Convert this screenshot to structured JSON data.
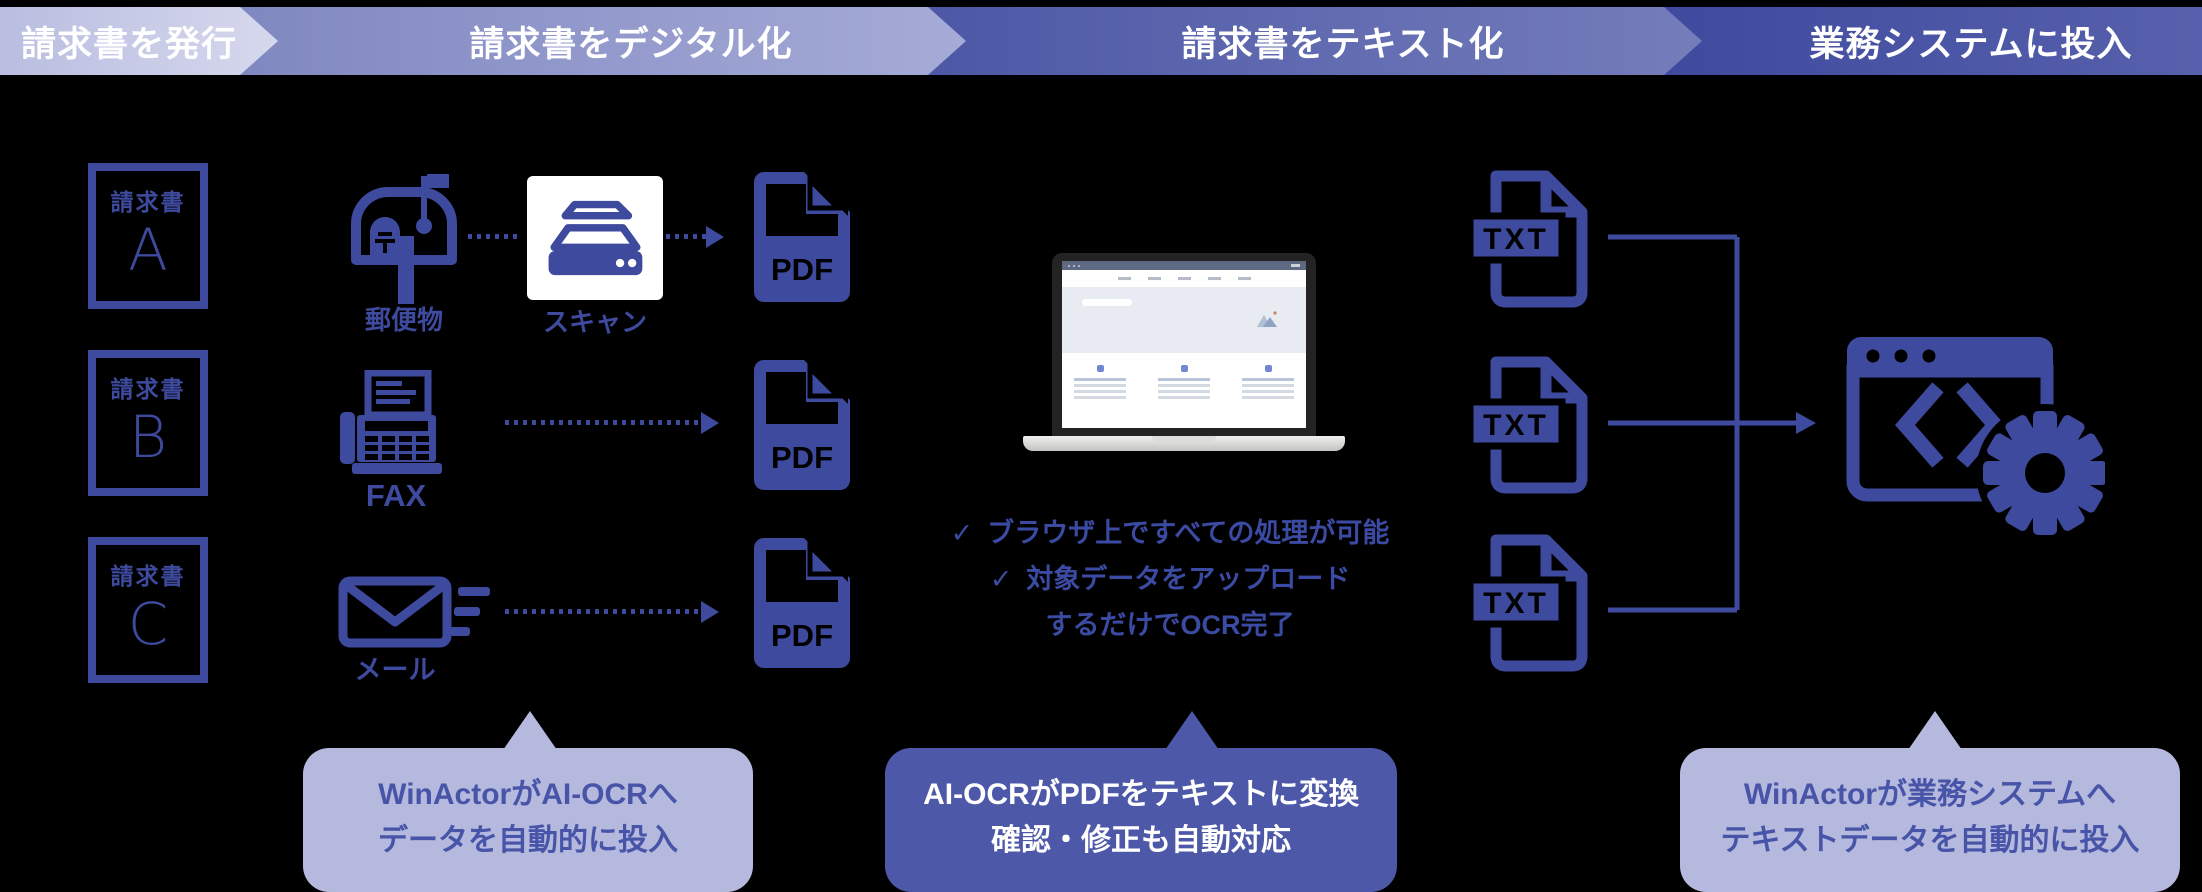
{
  "steps": [
    {
      "label": "請求書を発行"
    },
    {
      "label": "請求書をデジタル化"
    },
    {
      "label": "請求書をテキスト化"
    },
    {
      "label": "業務システムに投入"
    }
  ],
  "invoices": [
    {
      "title": "請求書",
      "letter": "A"
    },
    {
      "title": "請求書",
      "letter": "B"
    },
    {
      "title": "請求書",
      "letter": "C"
    }
  ],
  "labels": {
    "mail_post": "郵便物",
    "scan": "スキャン",
    "fax": "FAX",
    "email": "メール"
  },
  "file_badges": {
    "pdf": "PDF",
    "txt": "TXT"
  },
  "checklist": {
    "check_glyph": "✓",
    "lines": [
      "ブラウザ上ですべての処理が可能",
      "対象データをアップロード",
      "するだけでOCR完了"
    ]
  },
  "callouts": [
    {
      "line1": "WinActorがAI-OCRへ",
      "line2": "データを自動的に投入",
      "variant": "light"
    },
    {
      "line1": "AI-OCRがPDFをテキストに変換",
      "line2": "確認・修正も自動対応",
      "variant": "dark"
    },
    {
      "line1": "WinActorが業務システムへ",
      "line2": "テキストデータを自動的に投入",
      "variant": "light"
    }
  ],
  "colors": {
    "background": "#000000",
    "icon_purple": "#3e4a9e",
    "step1": [
      "#b9bde0",
      "#d8daee"
    ],
    "step2": [
      "#8088c1",
      "#a9aed8"
    ],
    "step3": [
      "#4d58a6",
      "#7880bc"
    ],
    "step4": [
      "#3f4a9e",
      "#5a64ae"
    ],
    "callout_light_bg": "#b5b9dd",
    "callout_light_text": "#4754a8",
    "callout_dark_bg": "#4d58a8",
    "callout_dark_text": "#ffffff"
  }
}
